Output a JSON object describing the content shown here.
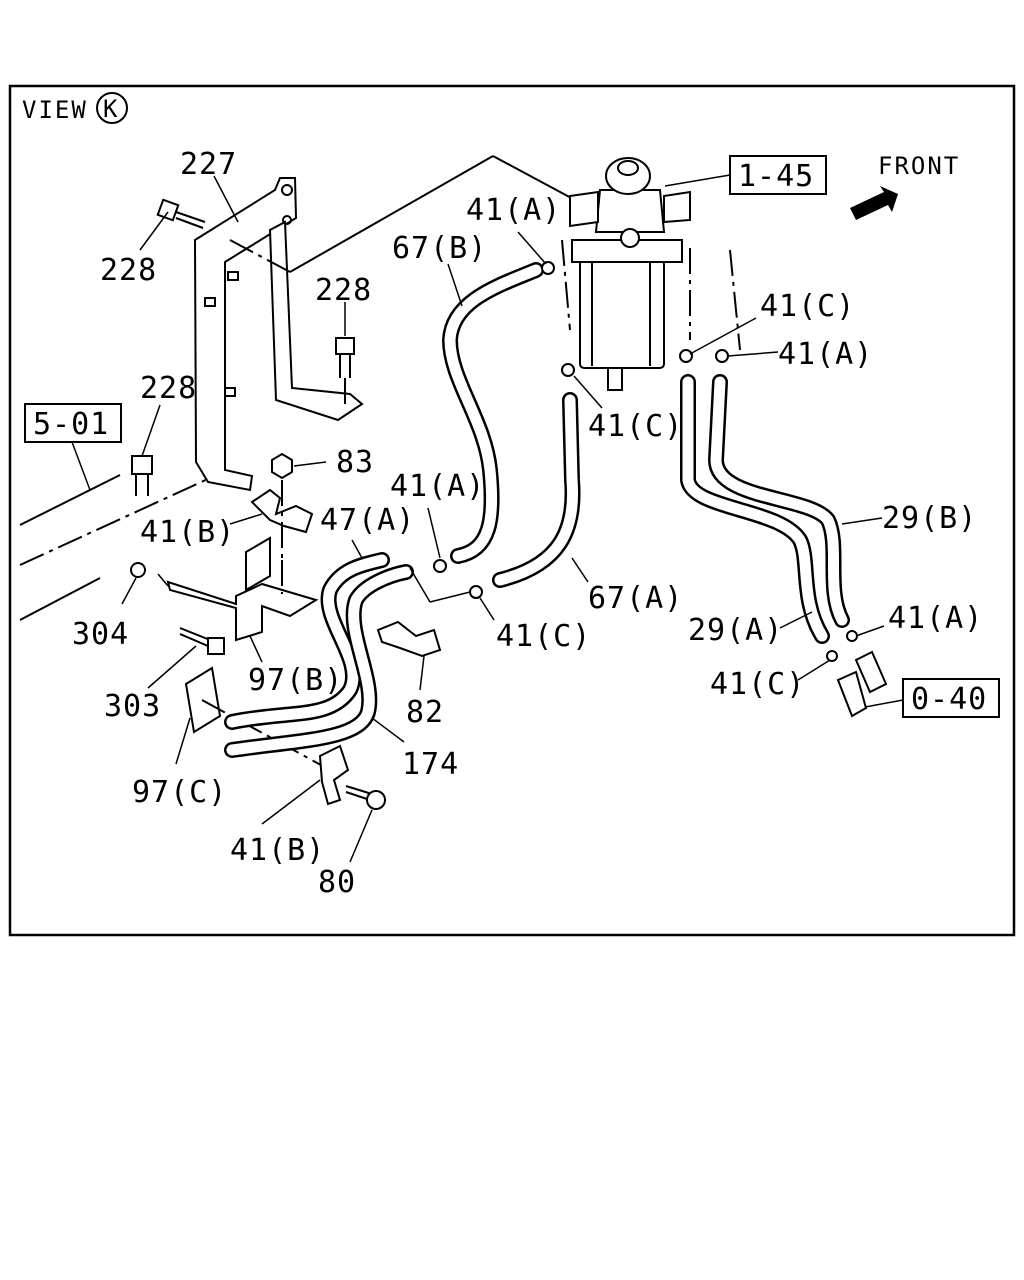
{
  "view": {
    "prefix": "VIEW",
    "letter": "K"
  },
  "direction": {
    "label": "FRONT"
  },
  "boxed_refs": {
    "ref_1_45": "1-45",
    "ref_5_01": "5-01",
    "ref_0_40": "0-40"
  },
  "labels": {
    "l227": "227",
    "l228a": "228",
    "l228b": "228",
    "l228c": "228",
    "l83": "83",
    "l41b_top": "41(B)",
    "l304": "304",
    "l303": "303",
    "l97b": "97(B)",
    "l97c": "97(C)",
    "l41b_bottom": "41(B)",
    "l80": "80",
    "l174": "174",
    "l82": "82",
    "l47a": "47(A)",
    "l41a_mid": "41(A)",
    "l67b": "67(B)",
    "l41a_top": "41(A)",
    "l41c_mid": "41(C)",
    "l67a": "67(A)",
    "l41c_low": "41(C)",
    "l41c_right": "41(C)",
    "l41a_right": "41(A)",
    "l29b": "29(B)",
    "l29a": "29(A)",
    "l41a_far": "41(A)",
    "l41c_far": "41(C)"
  }
}
